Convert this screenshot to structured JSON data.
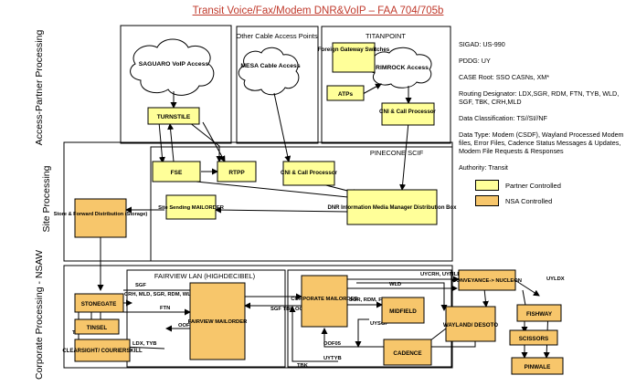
{
  "title": "Transit Voice/Fax/Modem DNR&VoIP – FAA 704/705b",
  "sections": {
    "access": "Access-Partner Processing",
    "site": "Site Processing",
    "corporate": "Corporate Processing - NSAW"
  },
  "regions": {
    "other_cable": "Other Cable Access Points",
    "titanpoint": "TITANPOINT",
    "pinecone": "PINECONE SCIF",
    "fairview_lan": "FAIRVIEW LAN (HIGHDECIBEL)"
  },
  "clouds": {
    "saguaro": "SAGUARO VoIP Access",
    "mesa": "MESA Cable Access",
    "rimrock": "RIMROCK Access"
  },
  "boxes": {
    "turnstile": "TURNSTILE",
    "foreign_gateway": "Foreign Gateway Switches",
    "atps": "ATPs",
    "cni_titan": "CNI & Call Processor",
    "fse": "FSE",
    "rtpp": "RTPP",
    "cni_pinecone": "CNI & Call Processor",
    "site_sending": "Site Sending MAILORDER",
    "dnr_info": "DNR Information Media Manager Distribution Box",
    "store_forward": "Store & Forward Distribution (Storage)",
    "stonegate": "STONEGATE",
    "tinsel": "TINSEL",
    "clearsight": "CLEARSIGHT/ COURIERSKILL",
    "fairview_mailorder": "FAIRVIEW MAILORDER",
    "corporate_mailorder": "CORPORATE MAILORDER",
    "midfield": "MIDFIELD",
    "cadence": "CADENCE",
    "wayland": "WAYLAND/ DESOTO",
    "conveyance": "CONVEYANCE-> NUCLEON",
    "fishway": "FISHWAY",
    "scissors": "SCISSORS",
    "pinwale": "PINWALE"
  },
  "edge_labels": {
    "sgf1": "SGF",
    "crh": "CRH, MLD, SGR, RDM, WLD",
    "ftn1": "FTN",
    "tky": "TKY",
    "tbk1": "TBK",
    "oof05_1": "OOF05",
    "ldx": "LDX, TYB",
    "sgf_tbk_oof": "SGF TBK OOF05",
    "uycrh": "UYCRH, UYMLD",
    "wld": "WLD",
    "sgr": "SGR, RDM, FTN",
    "uysgf": "UYSGF",
    "uyldx": "UYLDX",
    "oof05_2": "OOF05",
    "uytyb": "UYTYB",
    "tbk2": "TBK"
  },
  "info": [
    "SIGAD: US-990",
    "PDDG: UY",
    "CASE Root: SSO CASNs, XM*",
    "Routing Designator: LDX,SGR, RDM, FTN, TYB, WLD, SGF, TBK, CRH,MLD",
    "Data Classification: TS//SI//NF",
    "Data Type: Modem (CSDF), Wayland Processed Modem files, Error Files, Cadence Status Messages & Updates, Modem File Requests & Responses",
    "Authority: Transit"
  ],
  "legend": {
    "partner": "Partner Controlled",
    "nsa": "NSA Controlled",
    "partner_color": "#ffff99",
    "nsa_color": "#f7c66b"
  }
}
